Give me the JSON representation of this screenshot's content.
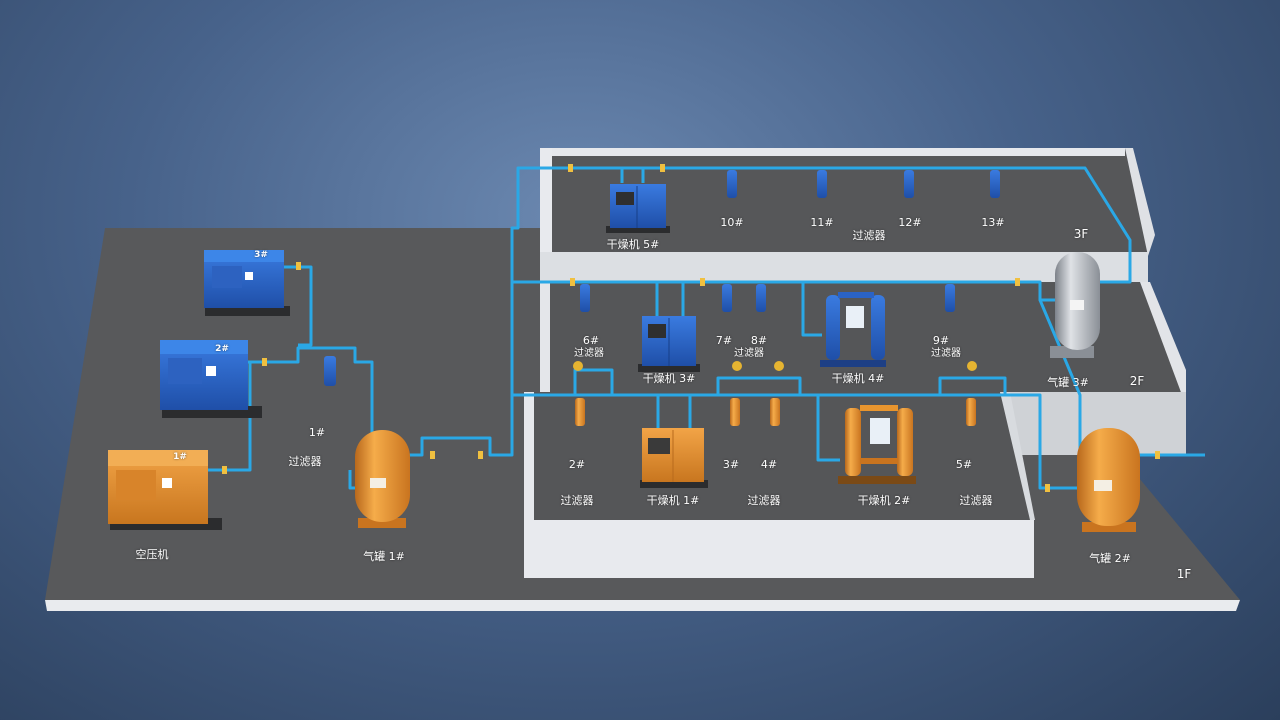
{
  "colors": {
    "background": "#47628a",
    "floor": "#5a5a5c",
    "wall": "#e6e8ec",
    "pipe": "#2aa8e6",
    "orange_equipment": "#e8952e",
    "blue_equipment": "#2a63c6",
    "tank_silver": "#a9adb3",
    "valve": "#f0c040"
  },
  "floors": {
    "f1": "1F",
    "f2": "2F",
    "f3": "3F"
  },
  "compressors": {
    "group_label": "空压机",
    "units": [
      {
        "tag": "1#",
        "color": "#e8952e"
      },
      {
        "tag": "2#",
        "color": "#2a63c6"
      },
      {
        "tag": "3#",
        "color": "#2a63c6"
      }
    ]
  },
  "tanks": [
    {
      "label": "气罐 1#",
      "color": "#e8952e"
    },
    {
      "label": "气罐 2#",
      "color": "#e8952e"
    },
    {
      "label": "气罐 3#",
      "color": "#a9adb3"
    }
  ],
  "dryers": [
    {
      "label": "干燥机 1#",
      "color": "#e8952e"
    },
    {
      "label": "干燥机 2#",
      "color": "#e8952e"
    },
    {
      "label": "干燥机 3#",
      "color": "#2a63c6"
    },
    {
      "label": "干燥机 4#",
      "color": "#2a63c6"
    },
    {
      "label": "干燥机 5#",
      "color": "#2a63c6"
    }
  ],
  "filters": {
    "word": "过滤器",
    "f1": {
      "num": "1#",
      "text": "过滤器"
    },
    "f2": {
      "num": "2#",
      "text": "过滤器"
    },
    "f34": {
      "num_a": "3#",
      "num_b": "4#",
      "text": "过滤器"
    },
    "f5": {
      "num": "5#",
      "text": "过滤器"
    },
    "f6": {
      "num": "6#",
      "text": "过滤器"
    },
    "f78": {
      "num_a": "7#",
      "num_b": "8#",
      "text": "过滤器"
    },
    "f9": {
      "num": "9#",
      "text": "过滤器"
    },
    "f10": {
      "num": "10#"
    },
    "f11": {
      "num": "11#"
    },
    "f12": {
      "num": "12#"
    },
    "f13": {
      "num": "13#"
    },
    "upper_text": "过滤器"
  }
}
